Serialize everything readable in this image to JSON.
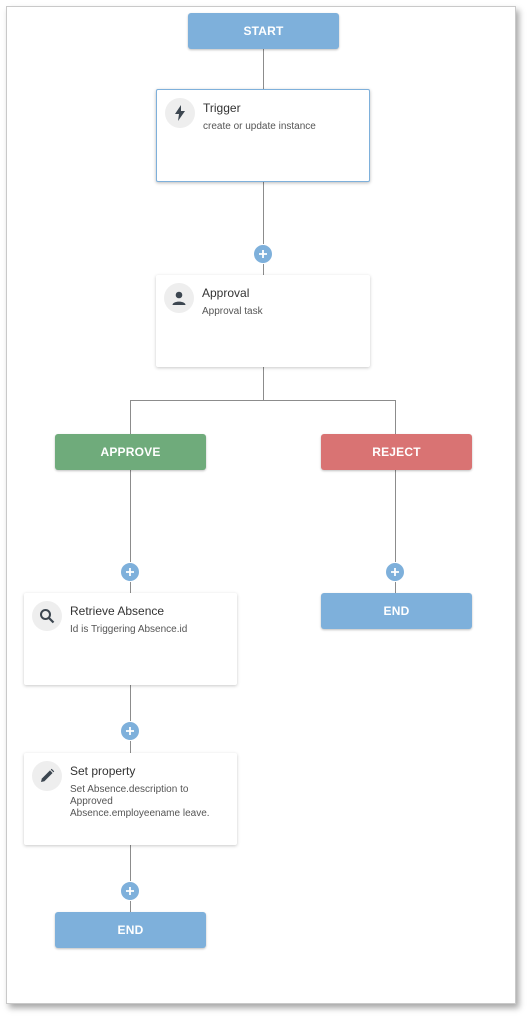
{
  "nodes": {
    "start": "START",
    "trigger": {
      "title": "Trigger",
      "desc": "create or update instance",
      "icon": "lightning-icon"
    },
    "approval": {
      "title": "Approval",
      "desc": "Approval task",
      "icon": "person-icon"
    },
    "approve": "APPROVE",
    "reject": "REJECT",
    "retrieve": {
      "title": "Retrieve Absence",
      "desc": "Id is Triggering Absence.id",
      "icon": "search-icon"
    },
    "set_property": {
      "title": "Set property",
      "desc": "Set Absence.description to Approved Absence.employeename leave.",
      "icon": "pencil-icon"
    },
    "end_reject": "END",
    "end_approve": "END"
  },
  "colors": {
    "accent_blue": "#7eb0db",
    "approve_green": "#6fab7b",
    "reject_red": "#d97373"
  }
}
